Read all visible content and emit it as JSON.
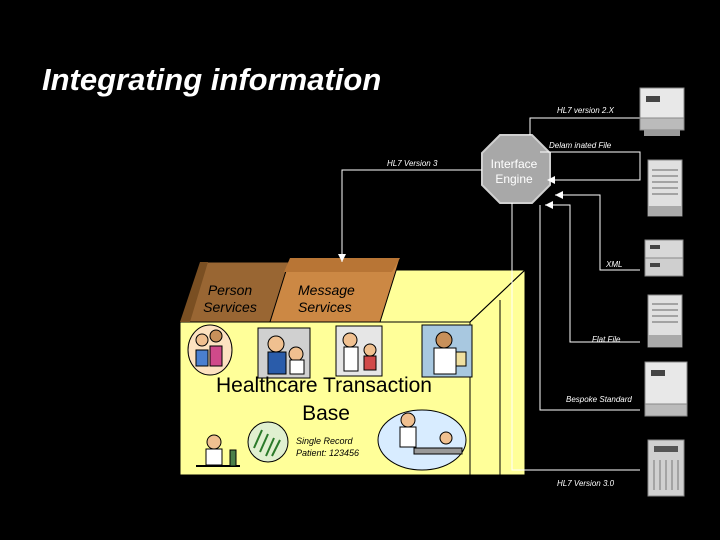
{
  "slide": {
    "title": "Integrating information"
  },
  "engine": {
    "line1": "Interface",
    "line2": "Engine"
  },
  "connections": {
    "hl7_v2x": "HL7 version 2.X",
    "delimited": "Delam inated File",
    "hl7_v3": "HL7 Version 3",
    "xml": "XML",
    "flat": "Flat File",
    "bespoke": "Bespoke Standard",
    "hl7_v30": "HL7 Version 3.0"
  },
  "box": {
    "tab1_line1": "Person",
    "tab1_line2": "Services",
    "tab2_line1": "Message",
    "tab2_line2": "Services",
    "title_line1": "Healthcare Transaction",
    "title_line2": "Base",
    "record_line1": "Single Record",
    "record_line2": "Patient: 123456"
  },
  "colors": {
    "background": "#000000",
    "box_face": "#ffff99",
    "tab_left": "#996633",
    "tab_right": "#cc8844",
    "engine": "#a8a8a8"
  },
  "icons": [
    "server-icon",
    "server-icon",
    "network-device-icon",
    "server-icon",
    "server-icon",
    "tower-server-icon"
  ]
}
